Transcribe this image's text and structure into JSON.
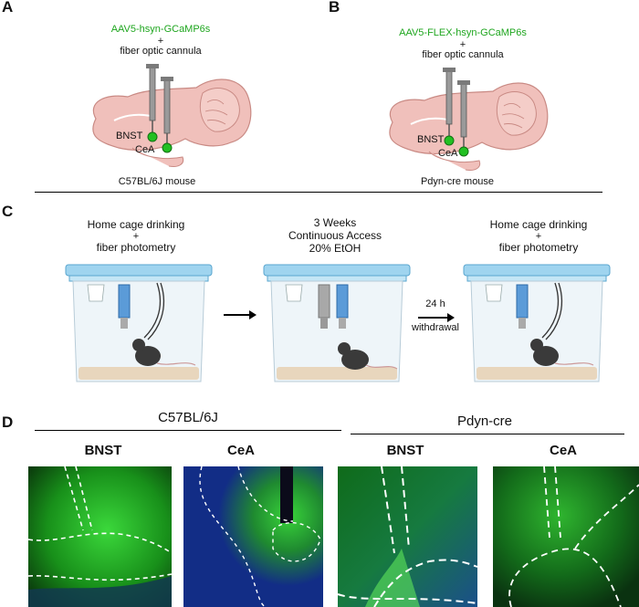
{
  "panel_a": {
    "letter": "A",
    "virus": "AAV5-hsyn-GCaMP6s",
    "plus": "+",
    "implant": "fiber optic cannula",
    "label_bnst": "BNST",
    "label_cea": "CeA",
    "strain": "C57BL/6J mouse"
  },
  "panel_b": {
    "letter": "B",
    "virus": "AAV5-FLEX-hsyn-GCaMP6s",
    "plus": "+",
    "implant": "fiber optic cannula",
    "label_bnst": "BNST",
    "label_cea": "CeA",
    "strain": "Pdyn-cre mouse"
  },
  "panel_c": {
    "letter": "C",
    "stage1_line1": "Home cage drinking",
    "stage1_plus": "+",
    "stage1_line2": "fiber photometry",
    "stage2_line1": "3 Weeks",
    "stage2_line2": "Continuous Access",
    "stage2_line3": "20% EtOH",
    "arrow2_top": "24 h",
    "arrow2_bottom": "withdrawal",
    "stage3_line1": "Home cage drinking",
    "stage3_plus": "+",
    "stage3_line2": "fiber photometry"
  },
  "panel_d": {
    "letter": "D",
    "group1": "C57BL/6J",
    "group2": "Pdyn-cre",
    "regions": [
      "BNST",
      "CeA",
      "BNST",
      "CeA"
    ]
  },
  "colors": {
    "virus_green": "#1fa61f",
    "brain_pink": "#f0c0bb",
    "gcamp_green": "#2fd02f",
    "dapi_blue": "#1a3fa0"
  }
}
